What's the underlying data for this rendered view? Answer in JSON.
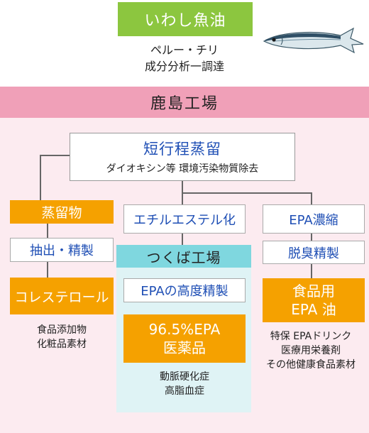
{
  "header": {
    "title": "いわし魚油",
    "origin": "ペルー・チリ",
    "procurement": "成分分析一調達"
  },
  "kashima": {
    "title": "鹿島工場",
    "main_process": {
      "name": "短行程蒸留",
      "description": "ダイオキシン等 環境汚染物質除去"
    }
  },
  "left_branch": {
    "step1": "蒸留物",
    "step2": "抽出・精製",
    "product": "コレステロール",
    "uses": [
      "食品添加物",
      "化粧品素材"
    ]
  },
  "center_branch": {
    "step1": "エチルエステル化",
    "tsukuba_title": "つくば工場",
    "step2": "EPAの高度精製",
    "product": [
      "96.5%EPA",
      "医薬品"
    ],
    "uses": [
      "動脈硬化症",
      "高脂血症"
    ]
  },
  "right_branch": {
    "step1": "EPA濃縮",
    "step2": "脱臭精製",
    "product": [
      "食品用",
      "EPA 油"
    ],
    "uses": [
      "特保 EPAドリンク",
      "医療用栄養剤",
      "その他健康食品素材"
    ]
  },
  "colors": {
    "green": "#8cc63f",
    "pink_header": "#f0a0b8",
    "pink_bg": "#fcebf0",
    "orange": "#f5a100",
    "cyan_header": "#7fd7df",
    "cyan_bg": "#dff3f5",
    "blue_text": "#1f4fb5"
  },
  "icons": [
    "sardine-fish-icon"
  ]
}
